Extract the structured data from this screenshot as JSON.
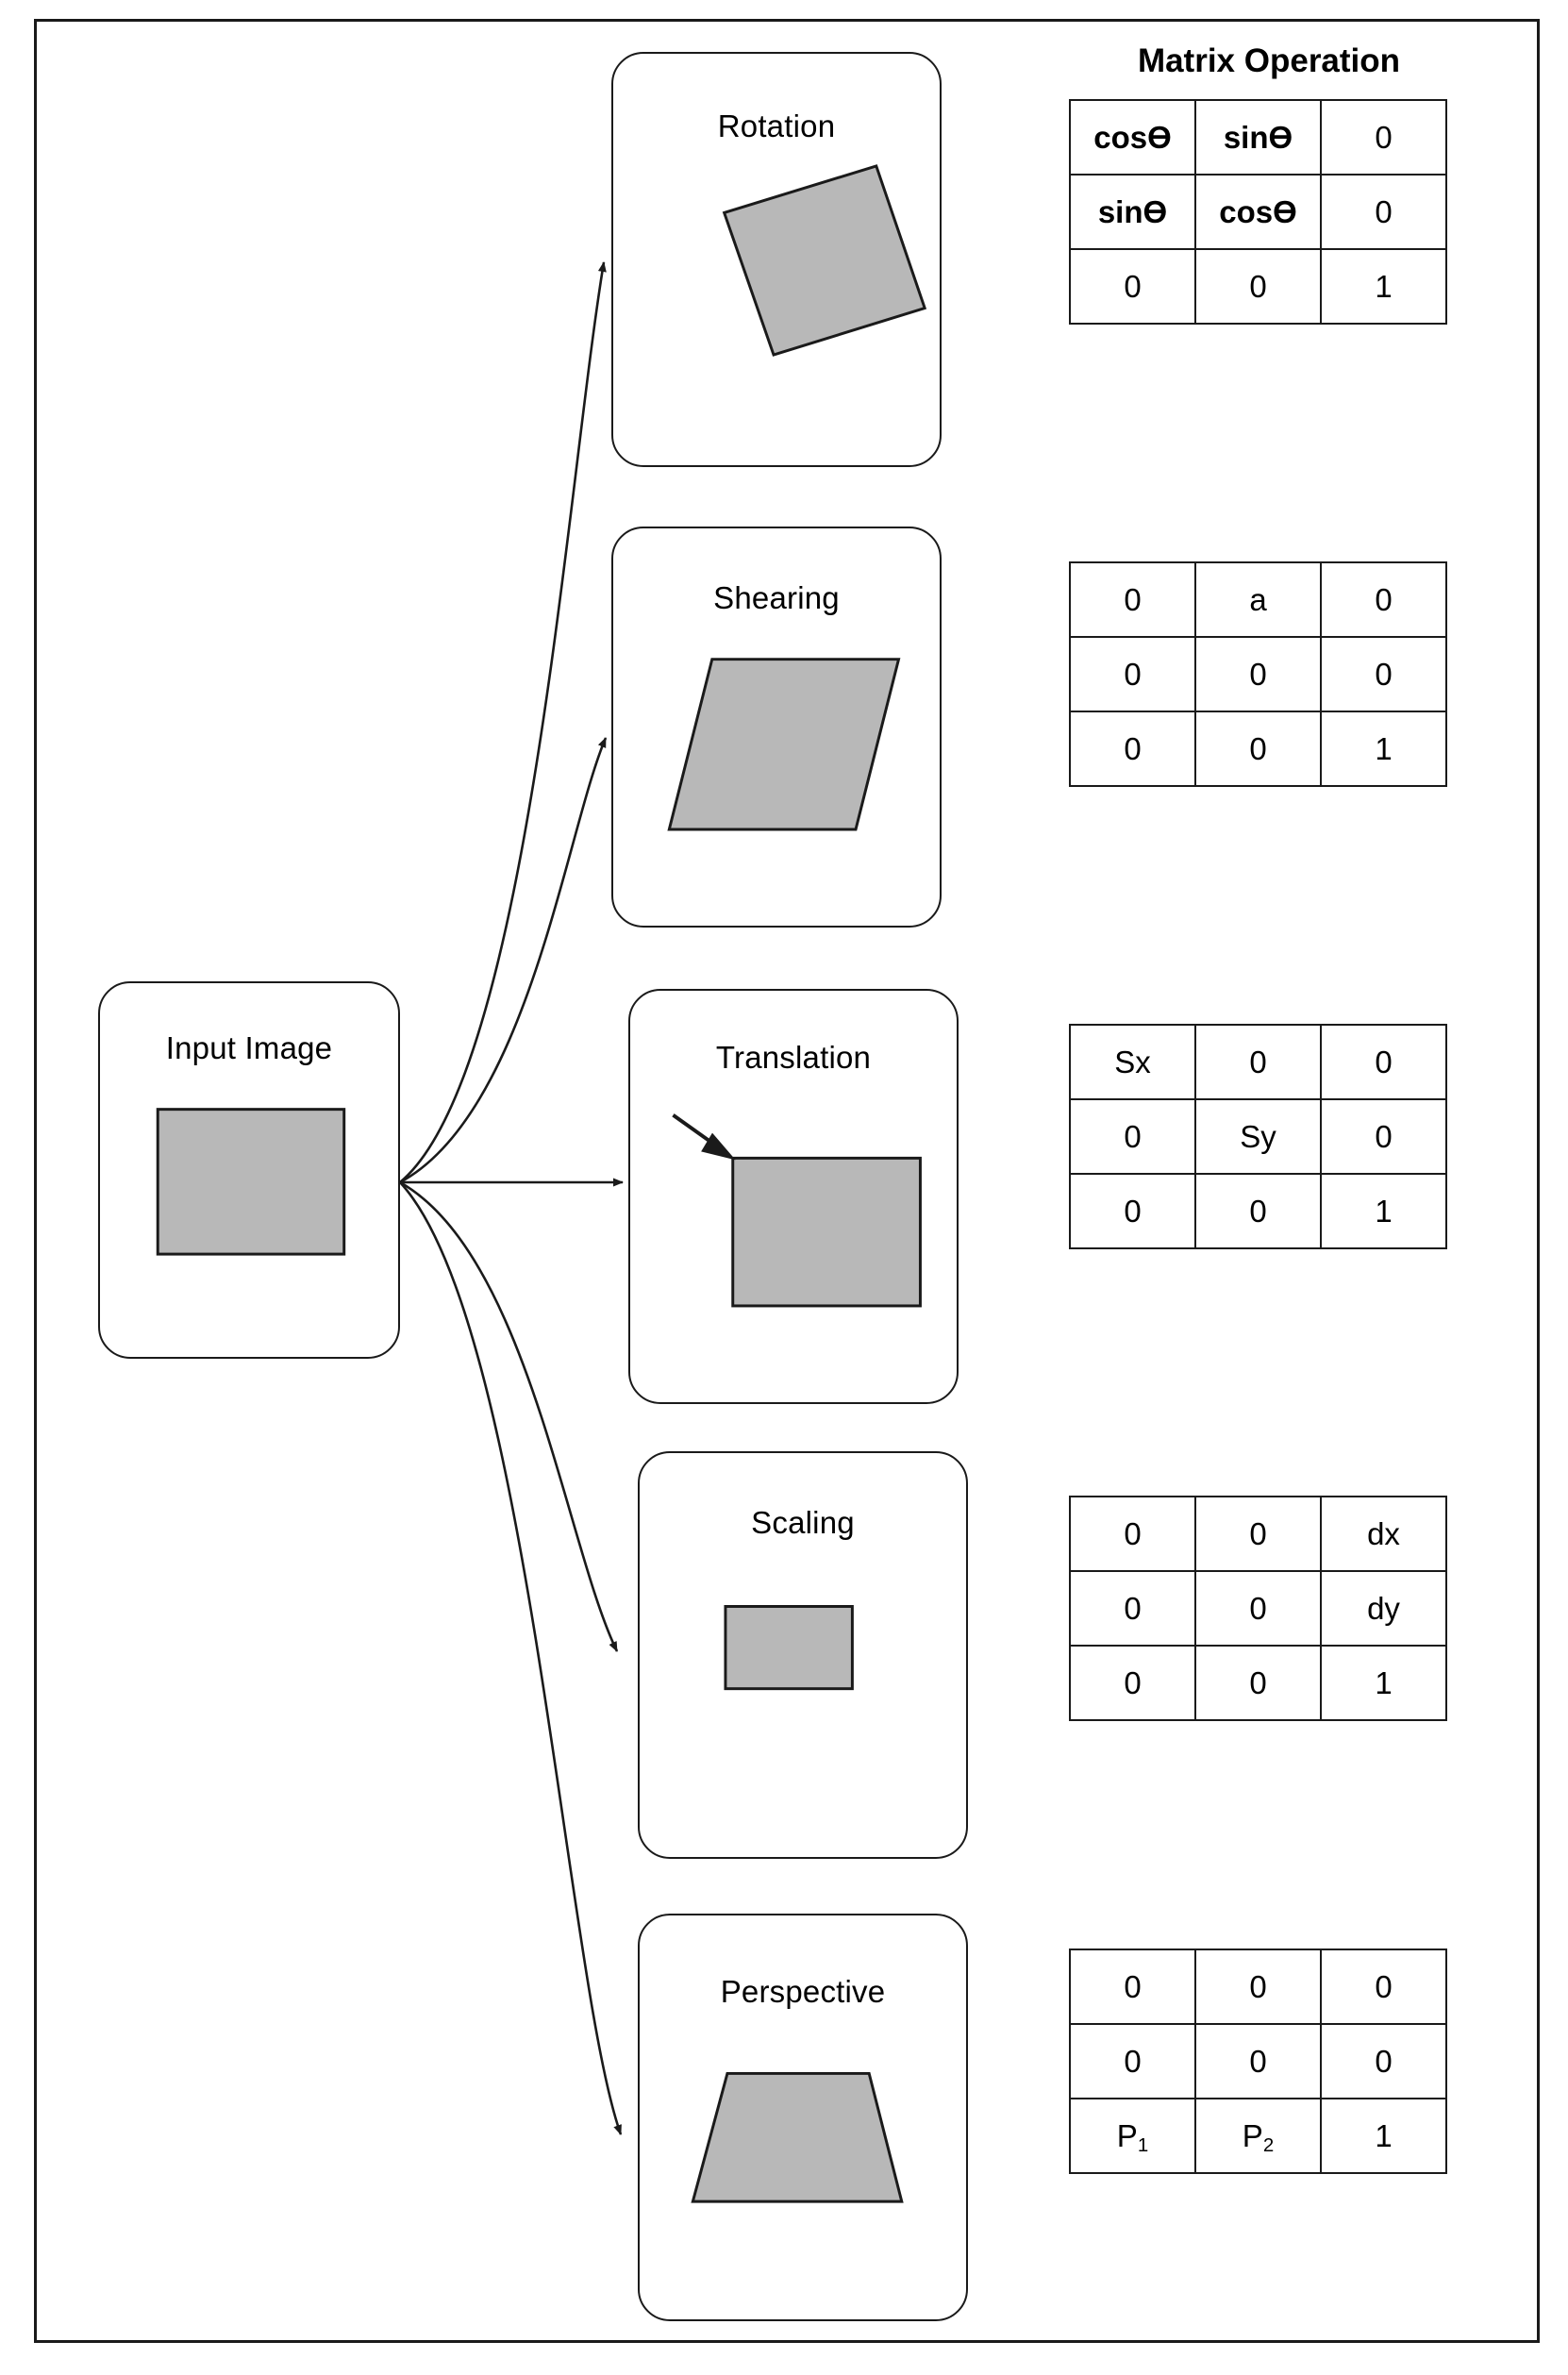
{
  "figure": {
    "title_right": "Matrix Operation",
    "source_node": {
      "label": "Input Image",
      "shape": "rectangle"
    },
    "grey_fill": "#b8b8b8",
    "stroke": "#1a1a1a",
    "background": "#ffffff"
  },
  "transforms": [
    {
      "label": "Rotation",
      "shape": "rotated-rectangle",
      "matrix_name": "rotation-matrix",
      "matrix": [
        [
          "cosƟ",
          "sinƟ",
          "0"
        ],
        [
          "sinƟ",
          "cosƟ",
          "0"
        ],
        [
          "0",
          "0",
          "1"
        ]
      ],
      "bold_cells": [
        [
          0,
          0
        ],
        [
          0,
          1
        ],
        [
          1,
          0
        ],
        [
          1,
          1
        ]
      ]
    },
    {
      "label": "Shearing",
      "shape": "parallelogram",
      "matrix_name": "shearing-matrix",
      "matrix": [
        [
          "0",
          "a",
          "0"
        ],
        [
          "0",
          "0",
          "0"
        ],
        [
          "0",
          "0",
          "1"
        ]
      ],
      "bold_cells": []
    },
    {
      "label": "Translation",
      "shape": "rectangle-with-arrow",
      "matrix_name": "translation-matrix",
      "matrix": [
        [
          "Sx",
          "0",
          "0"
        ],
        [
          "0",
          "Sy",
          "0"
        ],
        [
          "0",
          "0",
          "1"
        ]
      ],
      "bold_cells": []
    },
    {
      "label": "Scaling",
      "shape": "small-rectangle",
      "matrix_name": "scaling-matrix",
      "matrix": [
        [
          "0",
          "0",
          "dx"
        ],
        [
          "0",
          "0",
          "dy"
        ],
        [
          "0",
          "0",
          "1"
        ]
      ],
      "bold_cells": []
    },
    {
      "label": "Perspective",
      "shape": "trapezoid",
      "matrix_name": "perspective-matrix",
      "matrix": [
        [
          "0",
          "0",
          "0"
        ],
        [
          "0",
          "0",
          "0"
        ],
        [
          "P1",
          "P2",
          "1"
        ]
      ],
      "bold_cells": []
    }
  ],
  "perspective_subscripts": {
    "p1_base": "P",
    "p1_sub": "1",
    "p2_base": "P",
    "p2_sub": "2"
  }
}
